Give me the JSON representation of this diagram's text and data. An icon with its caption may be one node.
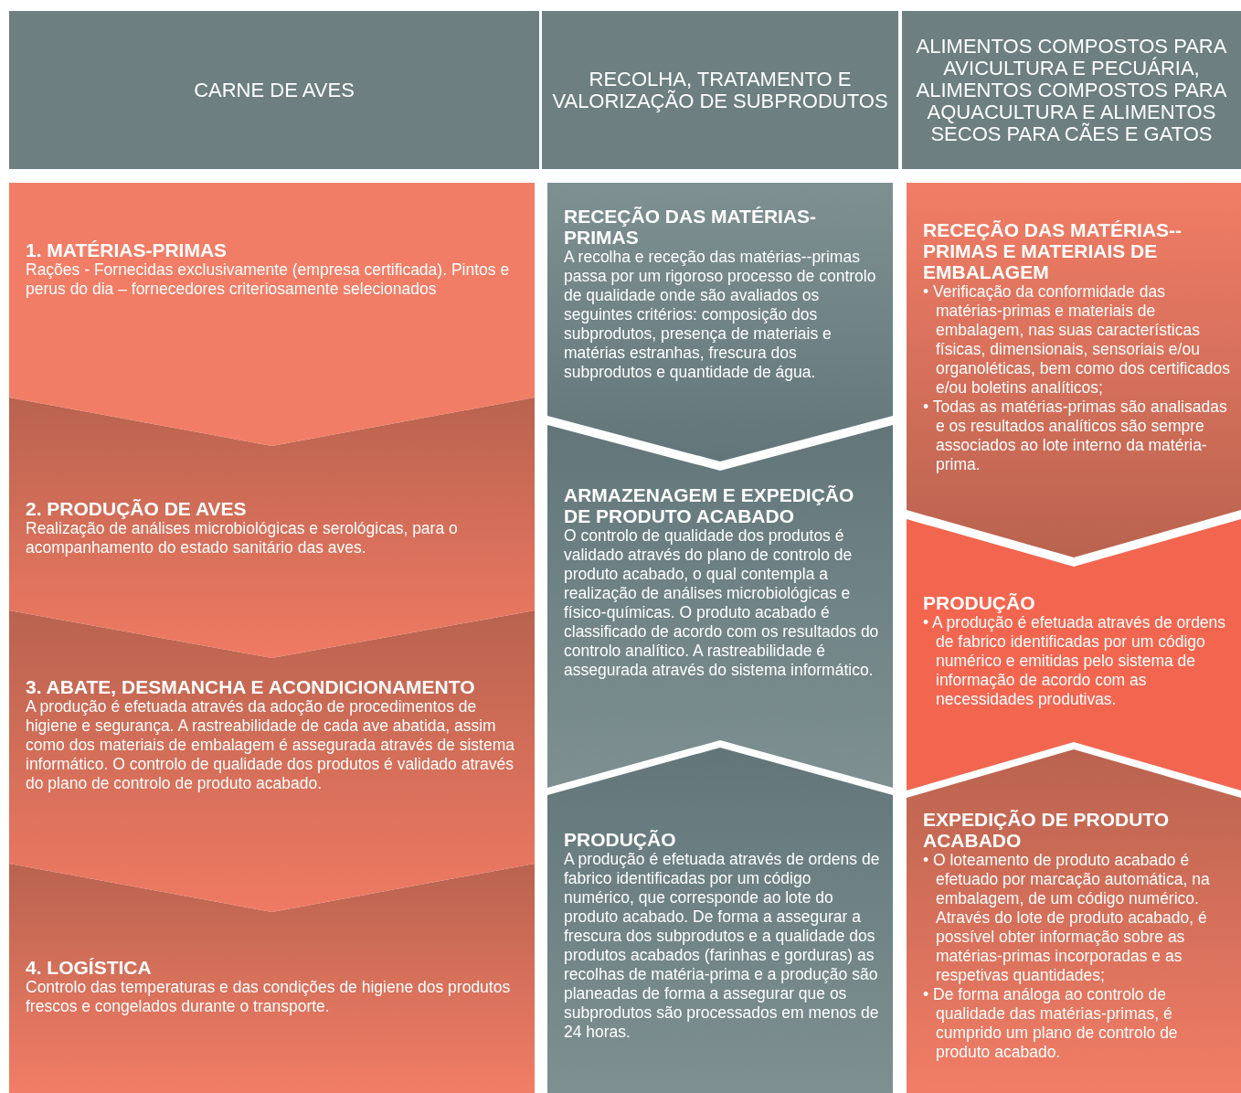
{
  "diagram": {
    "nodes": [
      {
        "text": [
          "CARNE DE AVES"
        ]
      },
      {
        "text": [
          "RECOLHA, TRATAMENTO E VALORIZAÇÃO DE SUBPRODUTOS"
        ]
      },
      {
        "text": [
          "ALIMENTOS COMPOSTOS PARA AVICULTURA E PECUÁRIA, ALIMENTOS COMPOSTOS PARA AQUACULTURA E ALIMENTOS SECOS PARA CÃES E GATOS"
        ]
      },
      {
        "text": [
          "1. MATÉRIAS-PRIMAS",
          "Rações - Fornecidas exclusivamente (empresa certificada). Pintos e perus do dia – fornecedores criteriosamente selecionados"
        ]
      },
      {
        "text": [
          "2. PRODUÇÃO DE AVES",
          "Realização de análises microbiológicas e serológicas, para o acompanhamento do estado sanitário das aves."
        ]
      },
      {
        "text": [
          "3. ABATE, DESMANCHA E ACONDICIONAMENTO",
          "A produção é efetuada através da adoção de procedimentos de higiene e segurança. A rastreabilidade de cada ave abatida, assim como dos materiais de embalagem é assegurada através de sistema informático. O controlo de qualidade dos produtos é validado através do plano de controlo de produto acabado."
        ]
      },
      {
        "text": [
          "4. LOGÍSTICA",
          "Controlo das temperaturas e das condições de higiene dos produtos frescos e congelados durante o transporte."
        ]
      },
      {
        "text": [
          "RECEÇÃO DAS MATÉRIAS-PRIMAS",
          "A recolha e receção das matérias--primas passa por um rigoroso processo de controlo de qualidade onde são avaliados os seguintes critérios: composição dos subprodutos, presença de materiais e matérias estranhas, frescura dos subprodutos e quantidade de água."
        ]
      },
      {
        "text": [
          "ARMAZENAGEM E EXPEDIÇÃO DE PRODUTO ACABADO",
          "O controlo de qualidade dos produtos é validado através do plano de controlo de produto acabado, o qual contempla a realização de análises microbiológicas e físico-químicas. O produto acabado é classificado de acordo com os resultados do controlo analítico. A rastreabilidade é assegurada através do sistema informático."
        ]
      },
      {
        "text": [
          "PRODUÇÃO",
          "A produção é efetuada através de ordens de fabrico identificadas por um código numérico, que corresponde ao lote do produto acabado. De forma a assegurar a frescura dos subprodutos e a qualidade dos produtos acabados (farinhas e gorduras) as recolhas de matéria-prima e a produção são planeadas de forma a assegurar que os subprodutos são processados em menos de 24 horas."
        ]
      },
      {
        "text": [
          "RECEÇÃO DAS MATÉRIAS--PRIMAS E MATERIAIS DE EMBALAGEM",
          "• Verificação da conformidade das matérias-primas e materiais de embalagem, nas suas características físicas, dimensionais, sensoriais e/ou organoléticas, bem como dos certificados e/ou boletins analíticos;",
          "• Todas as matérias-primas são analisadas e os resultados analíticos são sempre associados ao lote interno da matéria-prima."
        ]
      },
      {
        "text": [
          "PRODUÇÃO",
          "• A produção é efetuada através de ordens de fabrico identificadas por um código numérico e emitidas pelo sistema de informação de acordo com as necessidades produtivas."
        ]
      },
      {
        "text": [
          "EXPEDIÇÃO DE PRODUTO ACABADO",
          "• O loteamento de produto acabado é efetuado por marcação automática, na embalagem, de um código numérico. Através do lote de produto acabado, é possível obter informação sobre as matérias-primas incorporadas e as respetivas quantidades;",
          "• De forma análoga ao controlo de qualidade das matérias-primas, é cumprido um plano de controlo de produto acabado."
        ]
      }
    ]
  }
}
